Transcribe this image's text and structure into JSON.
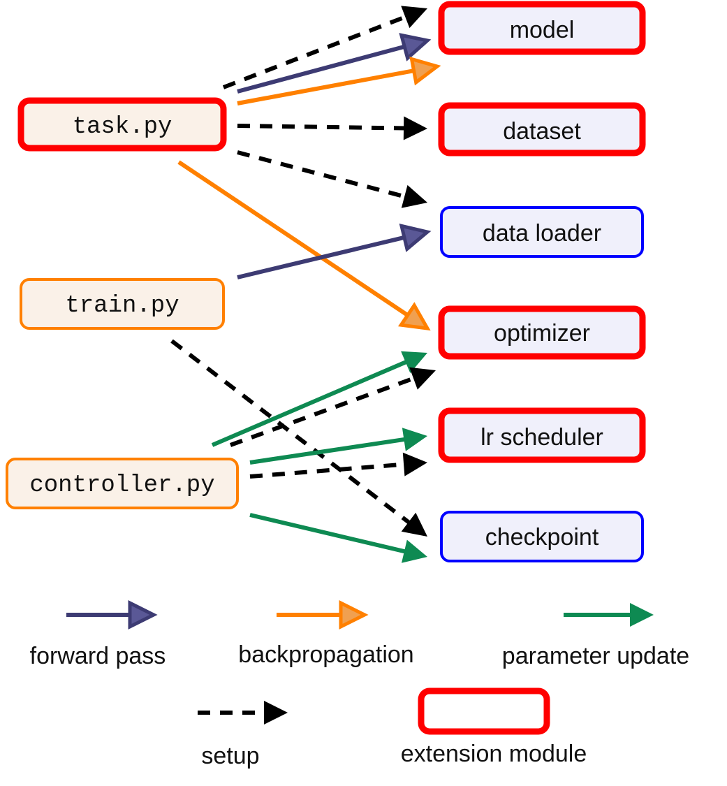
{
  "colors": {
    "forward": "#3d3b73",
    "forward_fill": "#5a5896",
    "backprop": "#ff8000",
    "backprop_fill": "#f0a050",
    "update": "#0e8a52",
    "setup": "#000000",
    "extension_border": "#ff0000",
    "core_border": "#0000ff",
    "source_border": "#ff8000",
    "source_fill": "#faf1e8",
    "target_fill": "#f0f0fb"
  },
  "sources": [
    {
      "id": "task",
      "label": "task.py",
      "extension": true
    },
    {
      "id": "train",
      "label": "train.py",
      "extension": false
    },
    {
      "id": "controller",
      "label": "controller.py",
      "extension": false
    }
  ],
  "targets": [
    {
      "id": "model",
      "label": "model",
      "extension": true
    },
    {
      "id": "dataset",
      "label": "dataset",
      "extension": true
    },
    {
      "id": "data_loader",
      "label": "data loader",
      "extension": false
    },
    {
      "id": "optimizer",
      "label": "optimizer",
      "extension": true
    },
    {
      "id": "lr_scheduler",
      "label": "lr scheduler",
      "extension": true
    },
    {
      "id": "checkpoint",
      "label": "checkpoint",
      "extension": false
    }
  ],
  "edges": [
    {
      "from": "task",
      "to": "model",
      "type": "setup"
    },
    {
      "from": "task",
      "to": "model",
      "type": "forward"
    },
    {
      "from": "task",
      "to": "model",
      "type": "backprop"
    },
    {
      "from": "task",
      "to": "dataset",
      "type": "setup"
    },
    {
      "from": "task",
      "to": "data_loader",
      "type": "setup"
    },
    {
      "from": "task",
      "to": "optimizer",
      "type": "backprop"
    },
    {
      "from": "train",
      "to": "data_loader",
      "type": "forward"
    },
    {
      "from": "train",
      "to": "checkpoint",
      "type": "setup"
    },
    {
      "from": "controller",
      "to": "optimizer",
      "type": "update"
    },
    {
      "from": "controller",
      "to": "optimizer",
      "type": "setup"
    },
    {
      "from": "controller",
      "to": "lr_scheduler",
      "type": "update"
    },
    {
      "from": "controller",
      "to": "lr_scheduler",
      "type": "setup"
    },
    {
      "from": "controller",
      "to": "checkpoint",
      "type": "update"
    }
  ],
  "legend": {
    "forward": "forward pass",
    "backprop": "backpropagation",
    "update": "parameter update",
    "setup": "setup",
    "extension": "extension module"
  }
}
